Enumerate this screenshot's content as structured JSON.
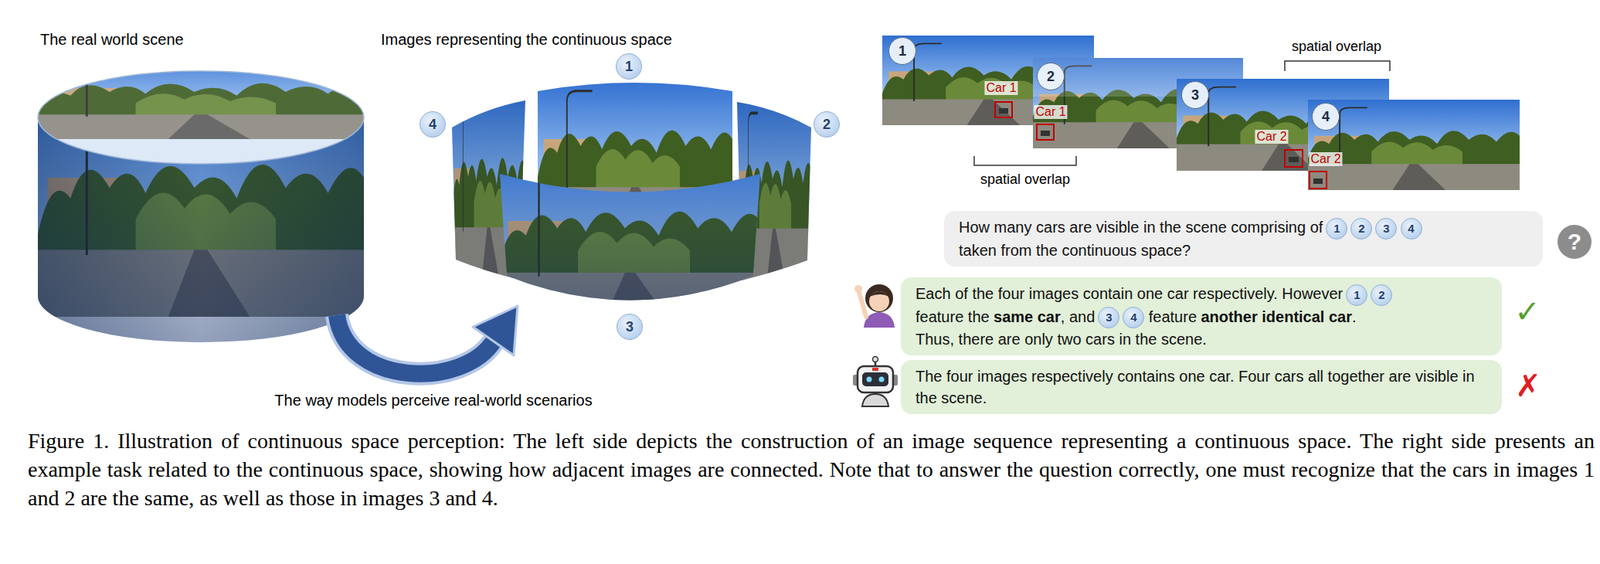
{
  "diagram": {
    "caption": "Figure 1. Illustration of continuous space perception: The left side depicts the construction of an image sequence representing a continuous space. The right side presents an example task related to the continuous space, showing how adjacent images are connected. Note that to answer the question correctly, one must recognize that the cars in images 1 and 2 are the same, as well as those in images 3 and 4.",
    "nodes": [
      {
        "text": [
          "How many cars are visible in the scene comprising of",
          "1",
          "2",
          "3",
          "4",
          "taken from the continuous space?"
        ]
      },
      {
        "text": [
          "Each of the four images contain one car respectively. However",
          "1",
          "2",
          "feature the",
          "same car",
          ", and",
          "3",
          "4",
          "feature",
          "another identical car",
          ".",
          "Thus, there are only two cars in the scene."
        ]
      },
      {
        "text": [
          "The four images respectively contains one car. Four cars all together are visible in the scene."
        ]
      }
    ],
    "labels": [
      "The real world scene",
      "Images representing the continuous space",
      "1",
      "4",
      "2",
      "3",
      "The way models perceive real-world scenarios",
      "1",
      "Car 1",
      "2",
      "Car 1",
      "spatial overlap",
      "3",
      "Car 2",
      "spatial overlap",
      "4",
      "Car 2",
      "?",
      "✓",
      "✗"
    ]
  }
}
